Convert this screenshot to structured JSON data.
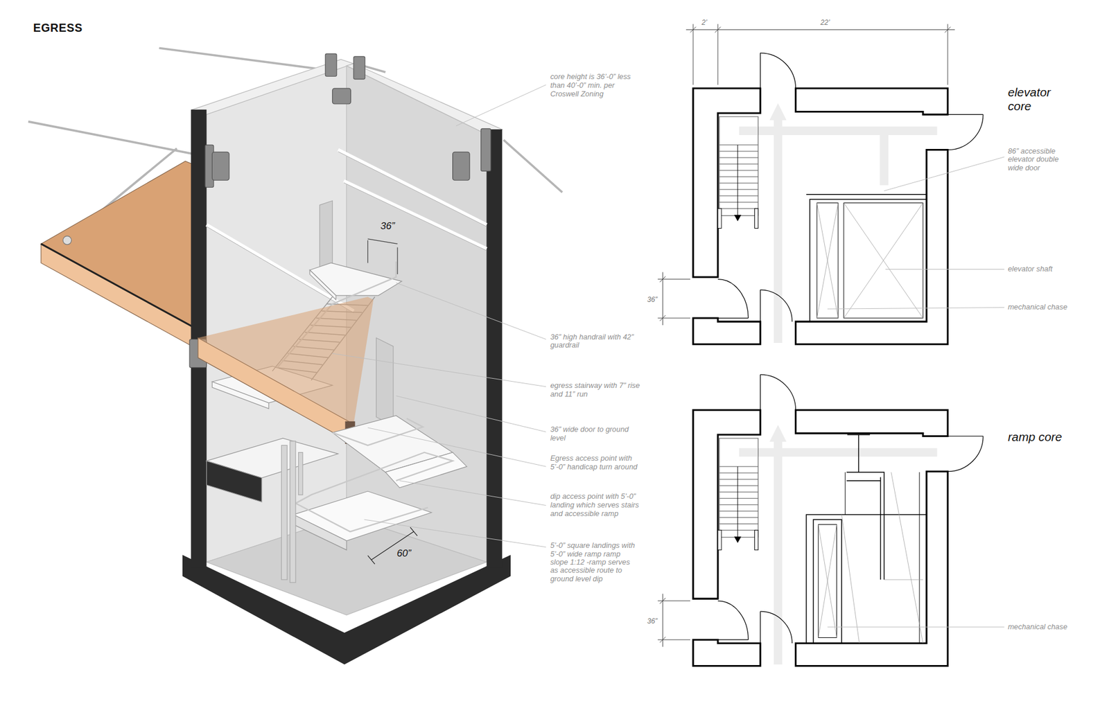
{
  "diagram": {
    "title": "EGRESS",
    "labels": [
      "core height is 36’-0” less than 40’-0” min. per Croswell Zoning",
      "36” high handrail with 42” guardrail",
      "egress stairway with 7” rise and 11” run",
      "36” wide door to ground level",
      "Egress access point with 5’-0” handicap turn around",
      "dip access point with 5’-0” landing which serves stairs and accessible ramp",
      "5’-0” square landings with 5’-0” wide ramp ramp slope 1:12 -ramp serves as accessible route to ground level dip",
      "36”",
      "60”",
      "2’",
      "22’",
      "36”",
      "elevator core",
      "86” accessible elevator double wide door",
      "elevator shaft",
      "mechanical chase",
      "36”",
      "ramp core",
      "mechanical chase"
    ]
  }
}
